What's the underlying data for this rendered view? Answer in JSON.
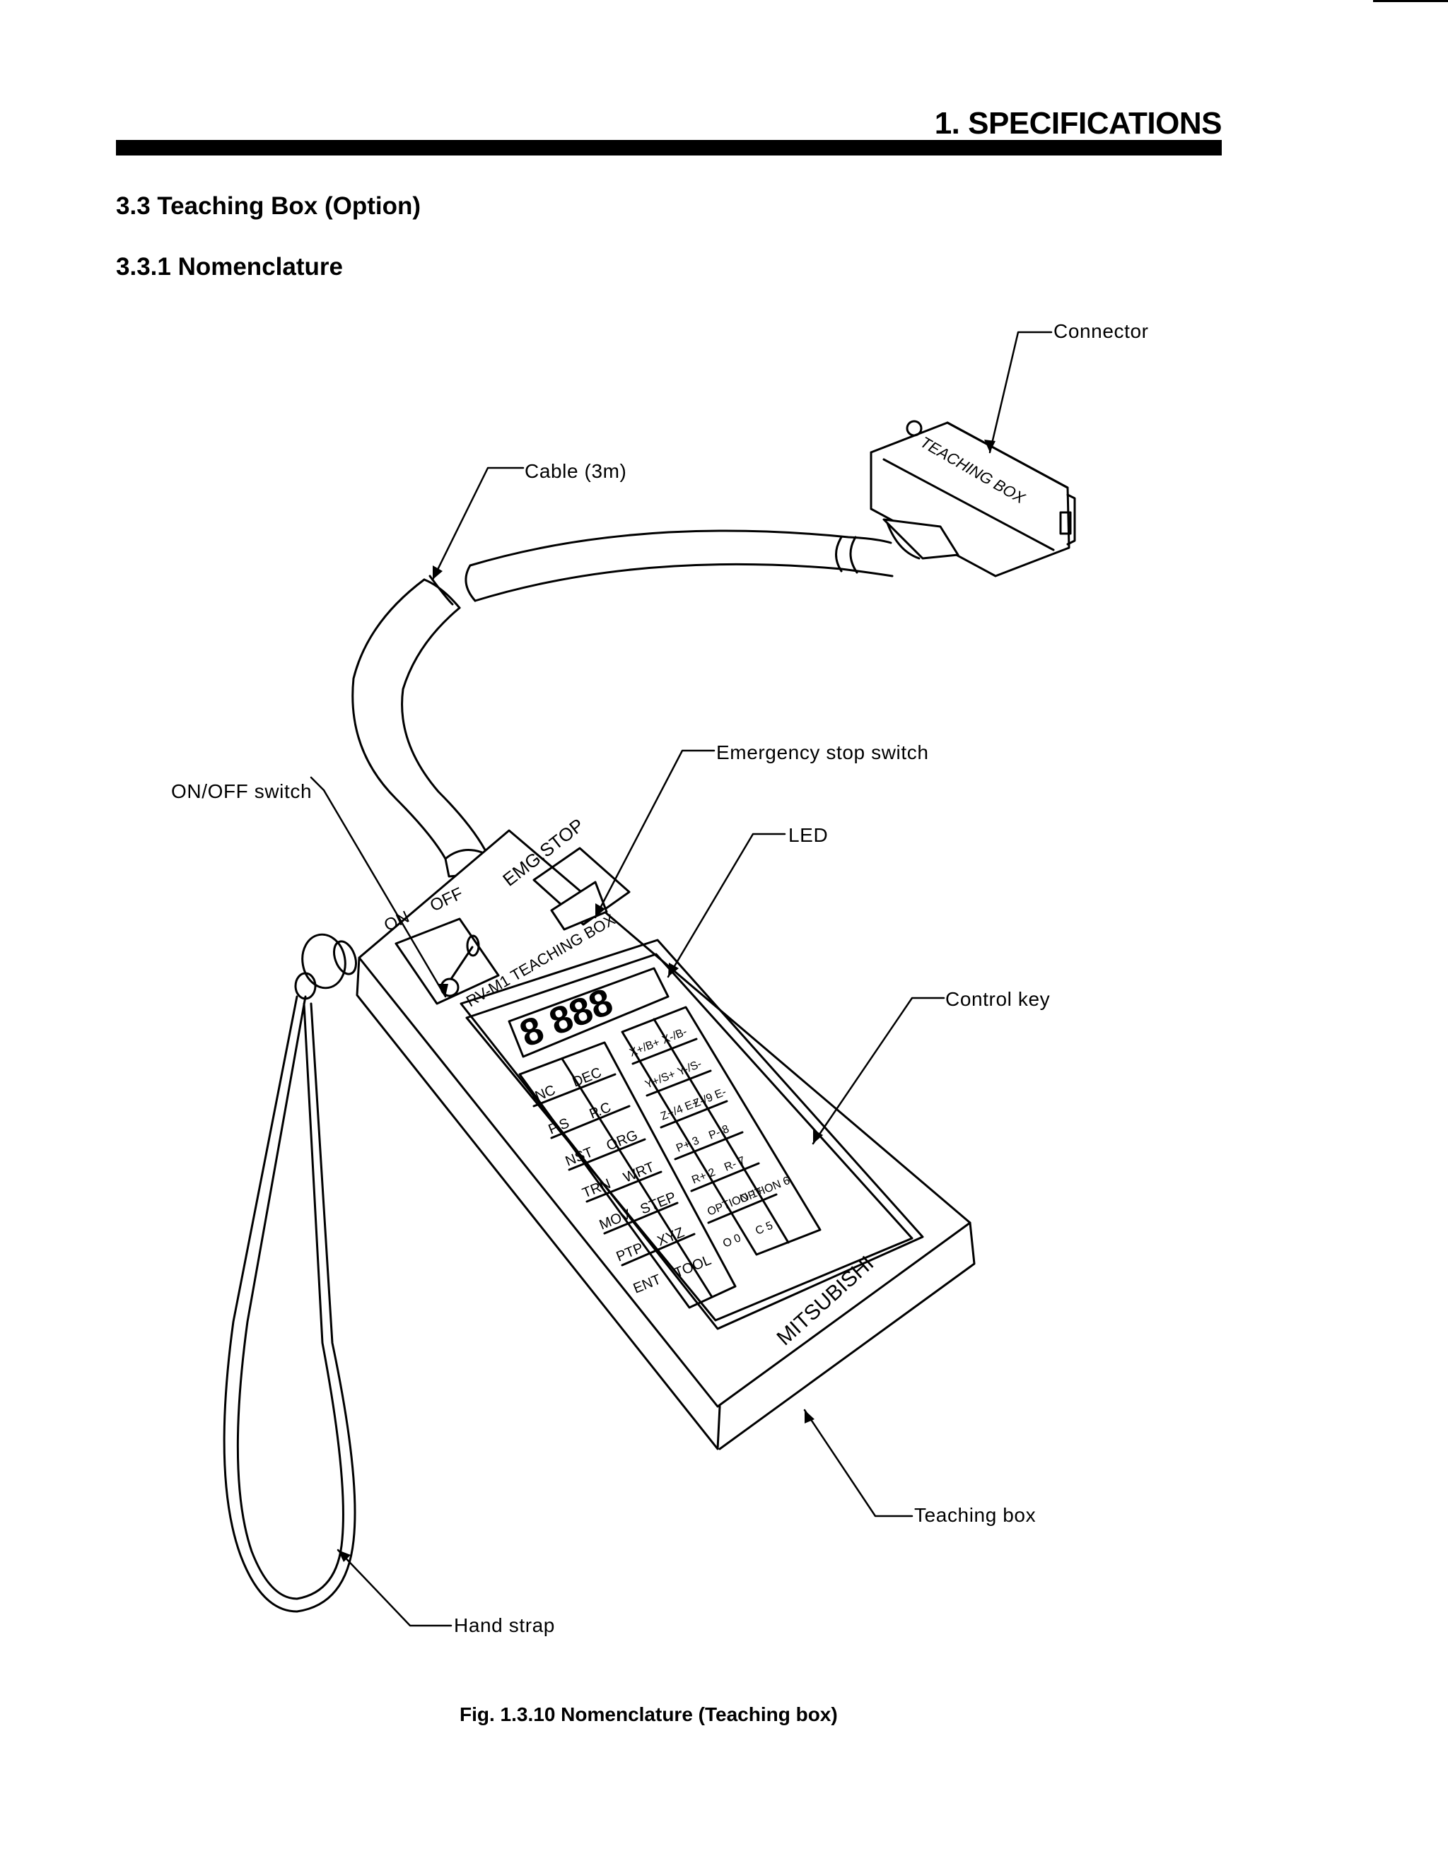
{
  "header": {
    "chapter": "1. SPECIFICATIONS"
  },
  "section": {
    "title": "3.3 Teaching Box (Option)",
    "subtitle": "3.3.1 Nomenclature"
  },
  "callouts": {
    "connector": "Connector",
    "cable": "Cable (3m)",
    "emergency_stop": "Emergency stop switch",
    "on_off": "ON/OFF switch",
    "led": "LED",
    "control_key": "Control key",
    "teaching_box": "Teaching box",
    "hand_strap": "Hand strap"
  },
  "device": {
    "connector_label": "TEACHING BOX",
    "switch_on": "ON",
    "switch_off": "OFF",
    "emg_stop": "EMG.STOP",
    "panel_title": "RV-M1 TEACHING BOX",
    "display": "8 888",
    "brand": "MITSUBISHI",
    "keys_left": [
      "INC",
      "DEC",
      "P.S",
      "P.C",
      "NST",
      "ORG",
      "TRN",
      "WRT",
      "MOV",
      "STEP",
      "PTP",
      "XYZ",
      "ENT",
      "TOOL"
    ],
    "keys_right": [
      "X+/B+",
      "X-/B-",
      "Y+/S+",
      "Y-/S-",
      "Z+/4 E+",
      "Z-/9 E-",
      "P+ 3",
      "P- 8",
      "R+ 2",
      "R- 7",
      "OPTION 1+",
      "OPTION 6",
      "O 0",
      "C 5"
    ]
  },
  "caption": "Fig. 1.3.10 Nomenclature (Teaching box)"
}
